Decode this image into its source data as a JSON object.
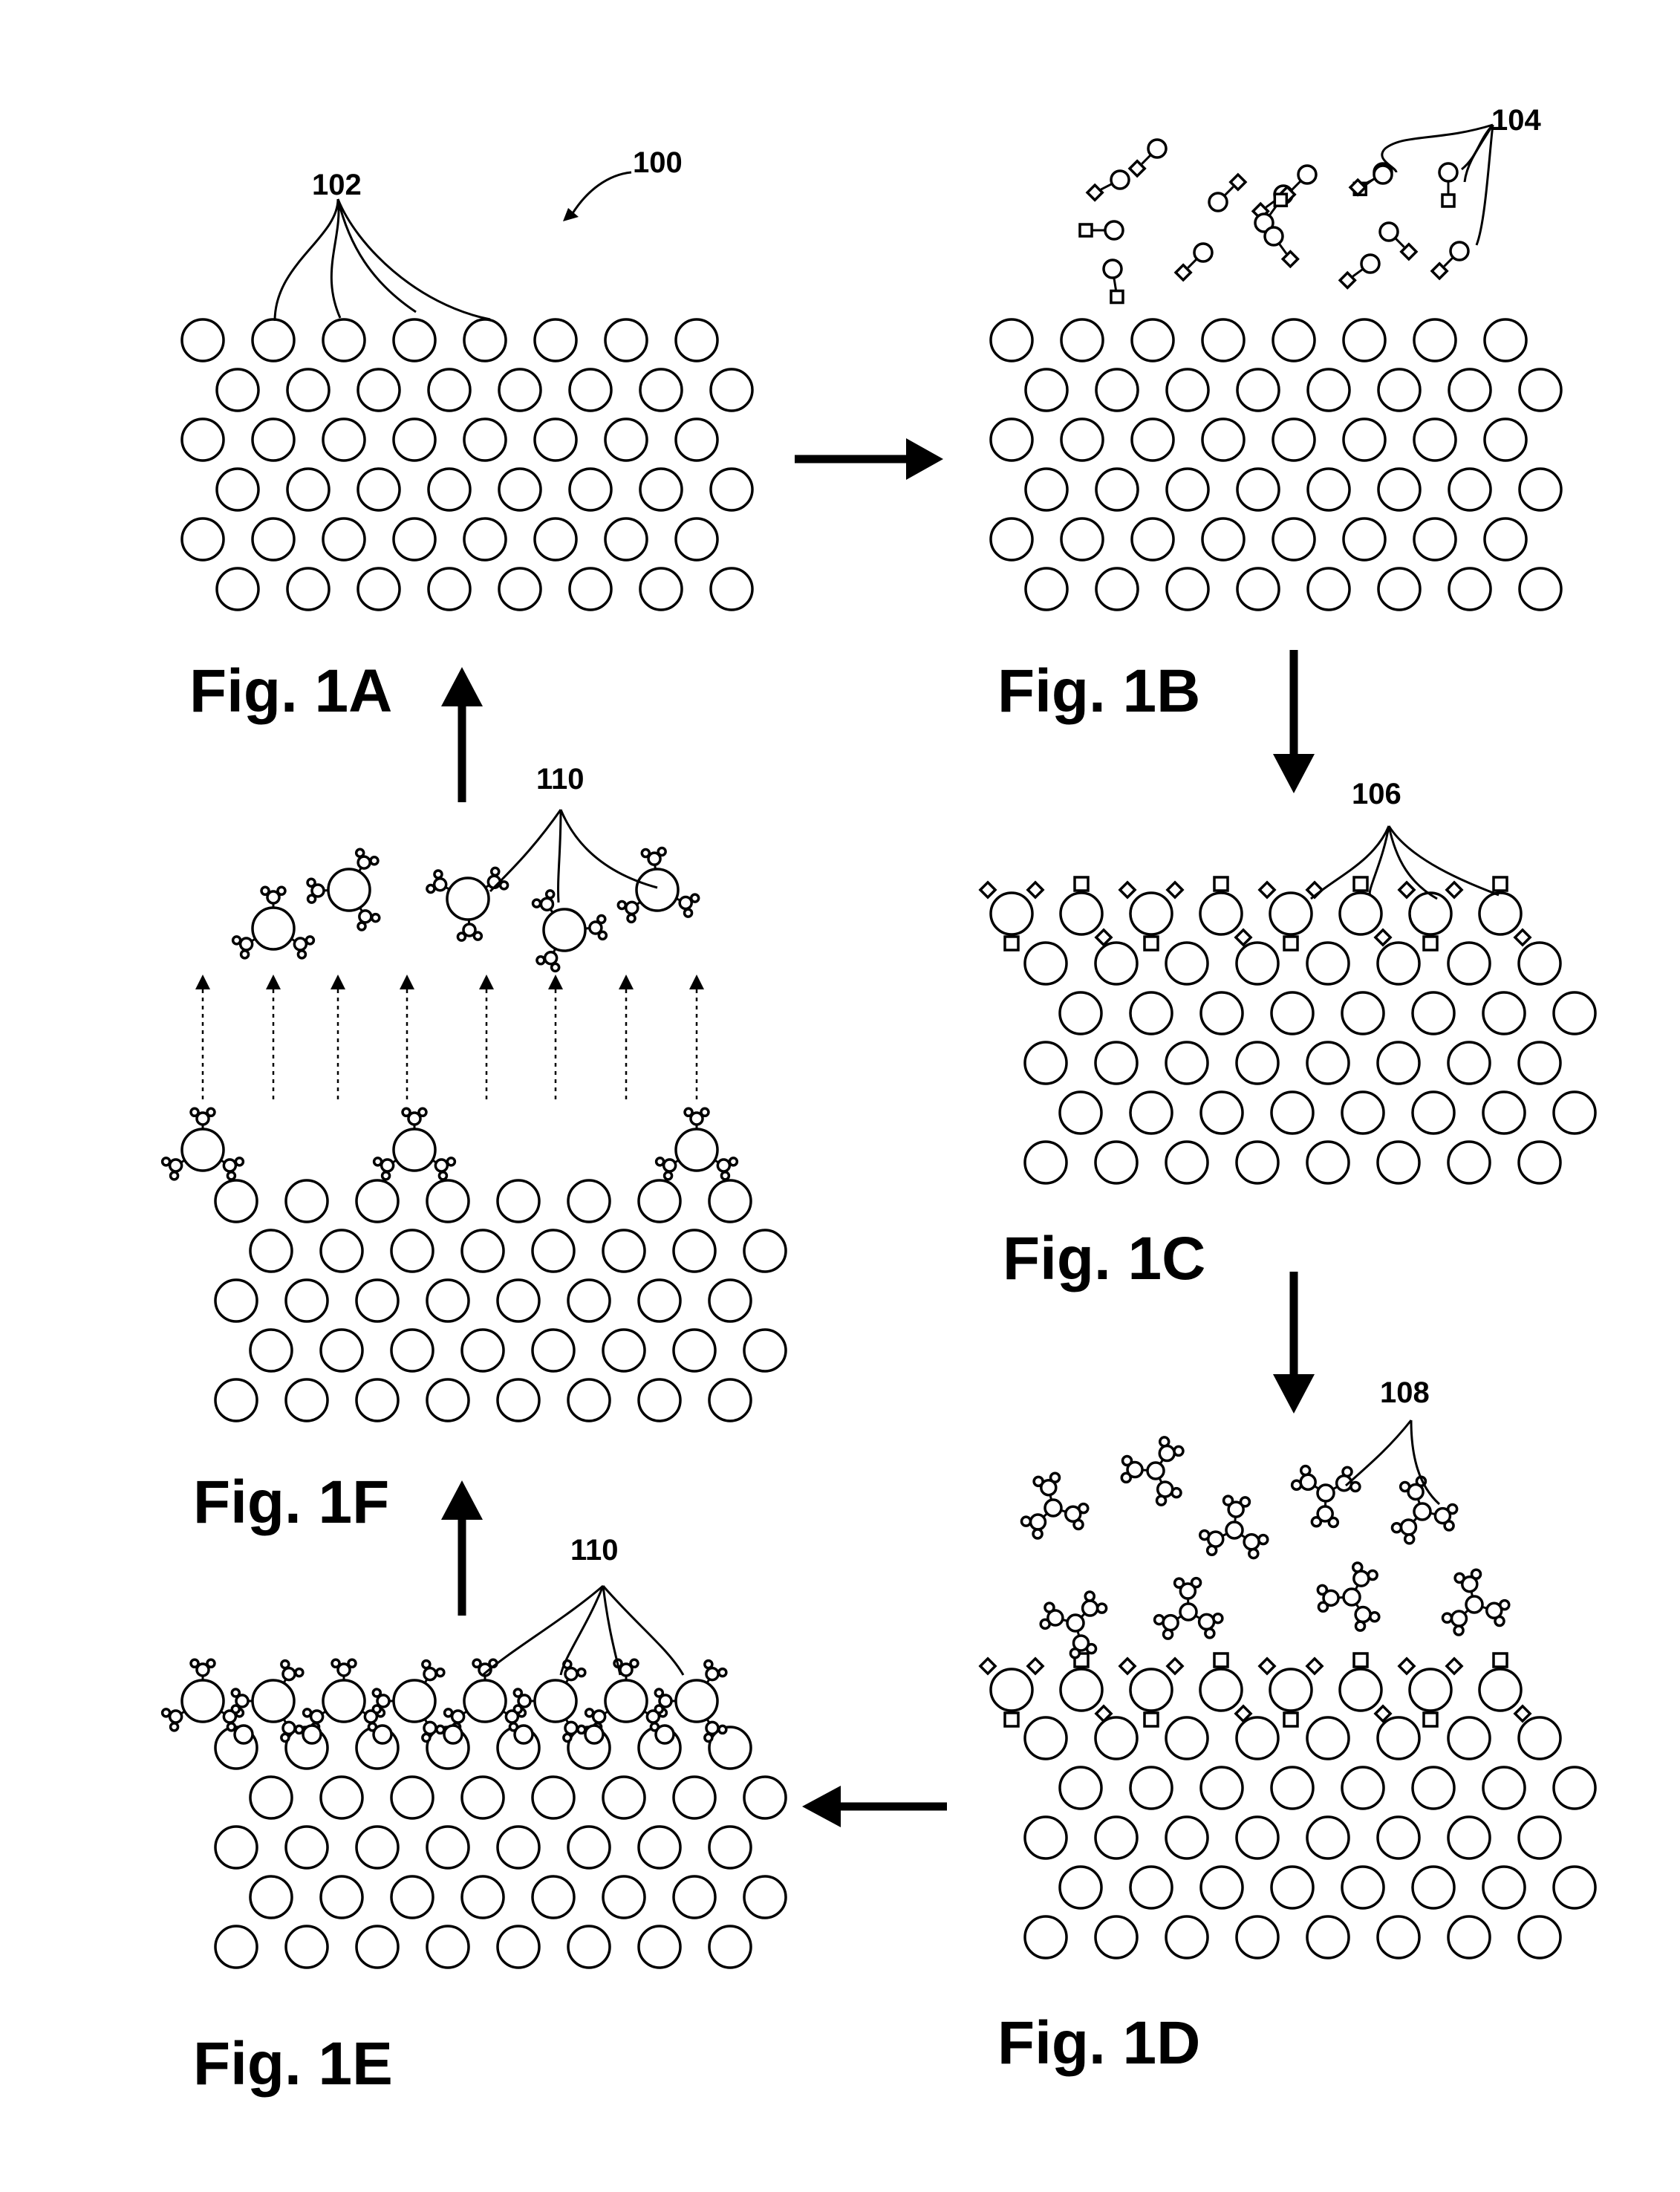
{
  "figures": {
    "fig_1a": "Fig. 1A",
    "fig_1b": "Fig. 1B",
    "fig_1c": "Fig. 1C",
    "fig_1d": "Fig. 1D",
    "fig_1e": "Fig. 1E",
    "fig_1f": "Fig. 1F"
  },
  "refs": {
    "r100": "100",
    "r102": "102",
    "r104": "104",
    "r106": "106",
    "r108": "108",
    "r110_top": "110",
    "r110_bottom": "110"
  }
}
